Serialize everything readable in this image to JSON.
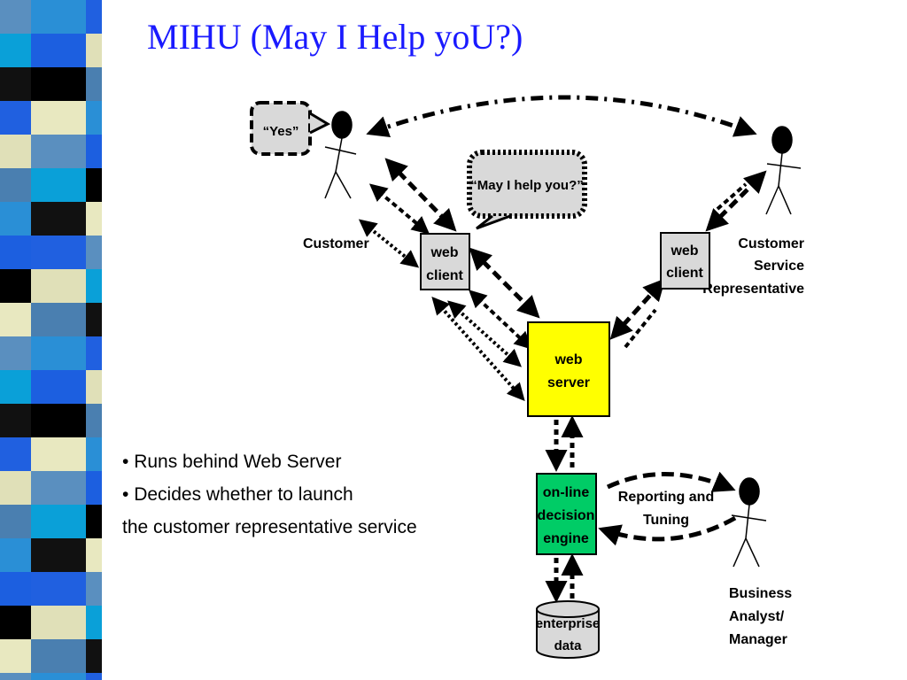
{
  "slide": {
    "title": "MIHU (May I Help yoU?)",
    "bullets": [
      "Runs behind Web Server",
      "Decides whether to launch",
      "the customer representative service"
    ],
    "bullet_symbol": "•"
  },
  "diagram": {
    "bubble_yes": "“Yes”",
    "bubble_help": "“May I help you?”",
    "customer_label": "Customer",
    "client_left": [
      "web",
      "client"
    ],
    "client_right": [
      "web",
      "client"
    ],
    "csr_label": [
      "Customer",
      "Service",
      "Representative"
    ],
    "server": [
      "web",
      "server"
    ],
    "engine": [
      "on-line",
      "decision",
      "engine"
    ],
    "reporting": [
      "Reporting and",
      "Tuning"
    ],
    "analyst": [
      "Business",
      "Analyst/",
      "Manager"
    ],
    "database": [
      "enterprise",
      "data"
    ]
  },
  "colors": {
    "title": "#1a1aff",
    "server_fill": "#ffff00",
    "engine_fill": "#00cc66",
    "box_fill": "#d9d9d9"
  }
}
